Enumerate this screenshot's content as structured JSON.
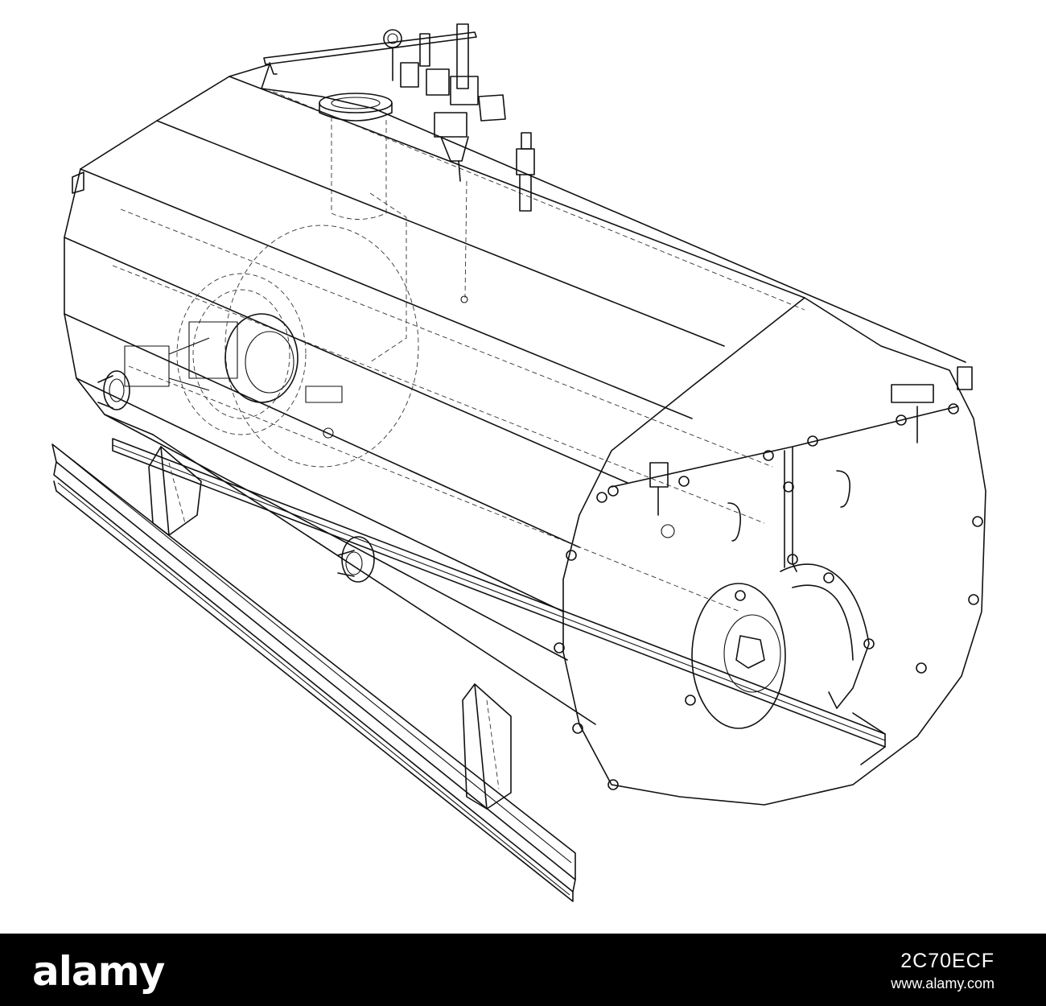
{
  "brand": {
    "logo_text": "alamy"
  },
  "footer": {
    "image_id": "2C70ECF",
    "url": "www.alamy.com"
  },
  "colors": {
    "footer_background": "#000000",
    "footer_text": "#ffffff",
    "drawing_background": "#ffffff",
    "line_color": "#111111"
  },
  "drawing": {
    "subject": "boiler-wireframe"
  }
}
